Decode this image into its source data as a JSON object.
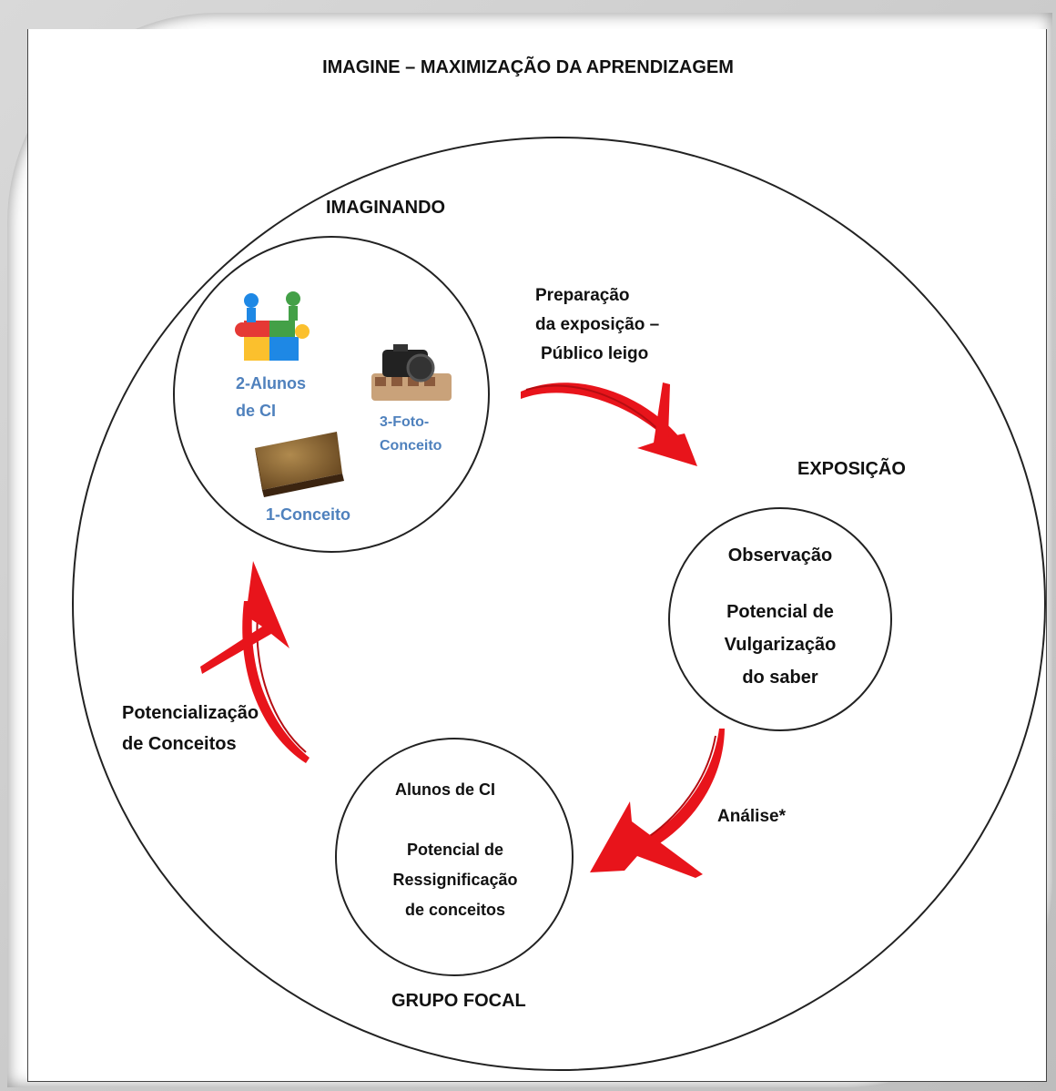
{
  "title": "IMAGINE – MAXIMIZAÇÃO DA APRENDIZAGEM",
  "stages": {
    "imaginando": {
      "heading": "IMAGINANDO",
      "items": [
        "2-Alunos",
        "de CI",
        "3-Foto-",
        "Conceito",
        "1-Conceito"
      ],
      "icons": [
        "team-puzzle-icon",
        "camera-film-icon",
        "old-book-icon"
      ]
    },
    "exposicao": {
      "heading": "EXPOSIÇÃO",
      "lines": [
        "Observação",
        "Potencial de",
        "Vulgarização",
        "do saber"
      ]
    },
    "grupo_focal": {
      "heading": "GRUPO FOCAL",
      "lines": [
        "Alunos de CI",
        "Potencial de",
        "Ressignificação",
        "de conceitos"
      ]
    }
  },
  "transitions": {
    "preparacao": [
      "Preparação",
      "da exposição –",
      "Público leigo"
    ],
    "analise": "Análise*",
    "potencializacao": [
      "Potencialização",
      "de Conceitos"
    ]
  },
  "colors": {
    "arrow": "#e8141b",
    "label_blue": "#4f81bd",
    "text": "#111111"
  }
}
